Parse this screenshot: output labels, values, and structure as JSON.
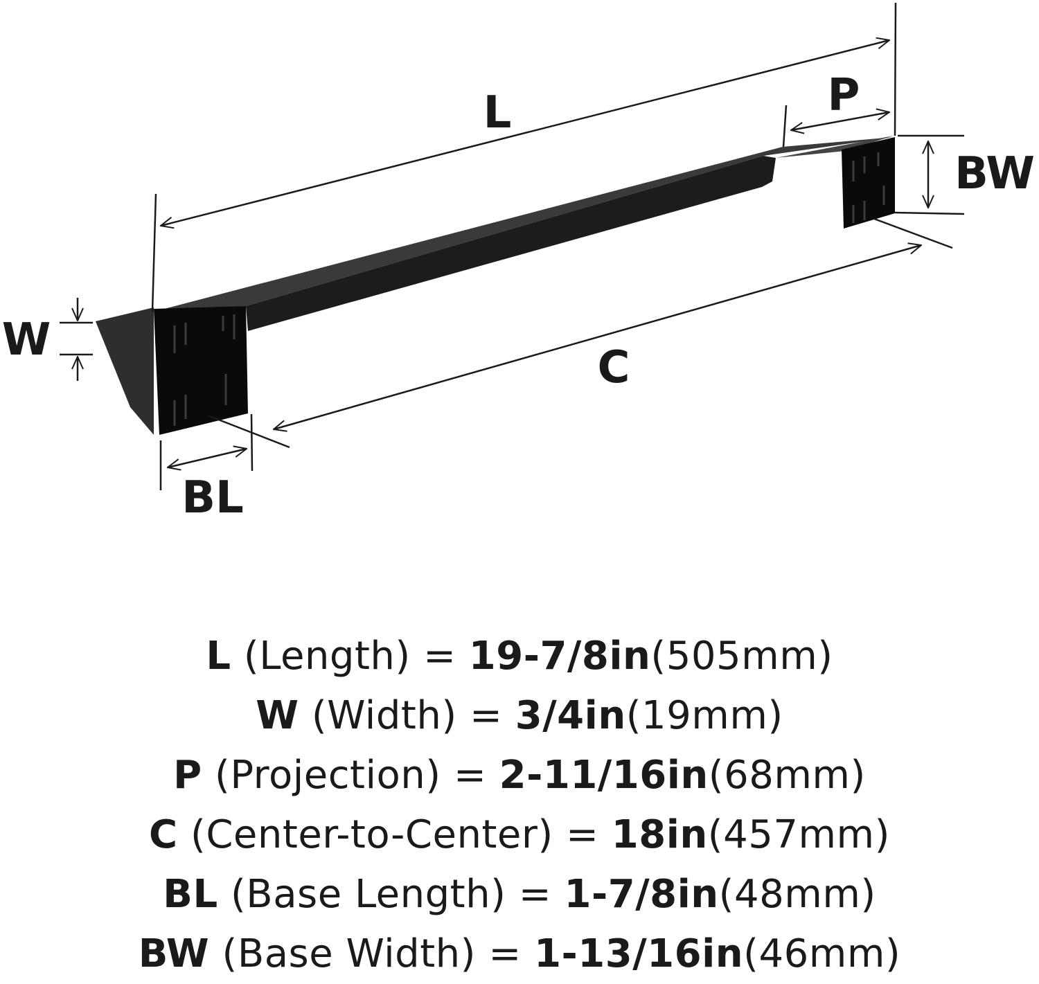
{
  "colors": {
    "ink": "#1a1a1a",
    "bar_top": "#3a3a3a",
    "bar_front": "#1c1c1c",
    "post_face": "#0a0a0a",
    "background": "#ffffff"
  },
  "diagram": {
    "labels": {
      "L": "L",
      "P": "P",
      "BW": "BW",
      "W": "W",
      "C": "C",
      "BL": "BL"
    }
  },
  "specs": [
    {
      "symbol": "L",
      "name": "(Length)",
      "imperial": "19-7/8in",
      "metric": "(505mm)"
    },
    {
      "symbol": "W",
      "name": "(Width)",
      "imperial": "3/4in",
      "metric": "(19mm)"
    },
    {
      "symbol": "P",
      "name": "(Projection)",
      "imperial": "2-11/16in",
      "metric": "(68mm)"
    },
    {
      "symbol": "C",
      "name": "(Center-to-Center)",
      "imperial": "18in",
      "metric": "(457mm)"
    },
    {
      "symbol": "BL",
      "name": "(Base Length)",
      "imperial": "1-7/8in",
      "metric": "(48mm)"
    },
    {
      "symbol": "BW",
      "name": "(Base Width)",
      "imperial": "1-13/16in",
      "metric": "(46mm)"
    }
  ]
}
